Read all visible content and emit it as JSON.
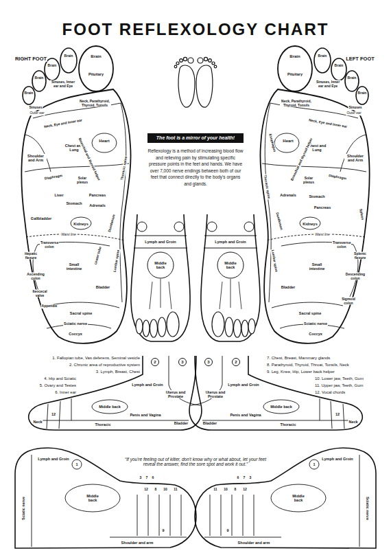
{
  "diagram": {
    "title": "FOOT REFLEXOLOGY CHART",
    "nodes": [
      {
        "text": [
          "The foot is a mirror of your health!",
          "Reflexology is a method of increasing blood flow and relieving pain by stimulating specific pressure points in the feet and hands. We have over 7,000 nerve endings between both of our feet that connect directly to the body's organs and glands."
        ]
      },
      {
        "text": [
          "2"
        ]
      },
      {
        "text": [
          "3"
        ]
      },
      {
        "text": [
          "3"
        ]
      },
      {
        "text": [
          "2"
        ]
      }
    ],
    "labels": [
      "RIGHT FOOT",
      "LEFT FOOT",
      "Brain",
      "Pituitary",
      "Brain",
      "Brain",
      "Brain",
      "Brain",
      "Sinuses, Inner ear and Eye",
      "Sinuses",
      "Outer ear",
      "Neck, Parathyroid, Thyroid, Tonsils",
      "Neck, Eye and Inner ear",
      "Heart",
      "Chest and Lung",
      "Shoulder and Arm",
      "Bronchial and thyroid helper",
      "Thoracic spine",
      "Solar plexus",
      "Diaphragm",
      "Liver",
      "Pancreas",
      "Stomach",
      "Adrenals",
      "Gallbladder",
      "Kidneys",
      "Duodenum",
      "Waist line",
      "Transverse colon",
      "Hepatic flexure",
      "Small intestine",
      "Ascending colon",
      "Ileocecal valve",
      "Appendix",
      "Ureter tube",
      "Lumbar spine",
      "Bladder",
      "Sacral spine",
      "Sciatic nerve",
      "Coccyx",
      "Brain",
      "Pituitary",
      "Brain",
      "Brain",
      "Brain",
      "Brain",
      "Sinuses, Inner ear and Eye",
      "Sinuses",
      "Outer ear",
      "Neck, Parathyroid, Thyroid, Tonsils",
      "Neck, Eye and Inner ear",
      "Heart",
      "Esophagus",
      "Chest and Lung",
      "Shoulder and Arm",
      "Bronchial and thyroid helper",
      "Thoracic spine",
      "Solar plexus",
      "Diaphragm",
      "Adrenals",
      "Stomach",
      "Pancreas",
      "Duodenum",
      "Spleen",
      "Kidneys",
      "Waist line",
      "Transverse colon",
      "Splenic flexure",
      "Lumbar spine",
      "Bladder",
      "Small intestine",
      "Descending colon",
      "Sigmoid colon",
      "Sacral spine",
      "Sciatic nerve",
      "Coccyx",
      "Lymph and Groin",
      "Middle back",
      "Lymph and Groin",
      "Middle back",
      "1. Fallopian tube, Vas deferens, Seminal vesicle",
      "2. Chronic area of reproductive system",
      "3. Lymph, Breast, Chest",
      "4. Hip and Sciatic",
      "5. Ovary and Testes",
      "6. Inner ear",
      "7. Chest, Breast, Mammary glands",
      "8. Parathyroid, Thyroid, Throat, Tonsils, Neck",
      "9. Leg, Knee, Hip, Lower back helper",
      "10. Lower jaw, Teeth, Gum",
      "11. Upper jaw, Teeth, Gum",
      "12. Vocal chords",
      "Lymph and Groin",
      "Uterus and Prostate",
      "Middle back",
      "Penis and Vagina",
      "Bladder",
      "Thoracic",
      "Neck",
      "12",
      "Lymph and Groin",
      "Uterus and Prostate",
      "Middle back",
      "Penis and Vagina",
      "Bladder",
      "Thoracic",
      "Neck",
      "12",
      "“If you're feeling out of kilter, don't know why or what about, let your feet reveal the answer, find the sore spot and work it out.”",
      "Lymph and Groin",
      "1",
      "Middle back",
      "Sciatic nerve",
      "3",
      "7",
      "6",
      "12",
      "8",
      "10",
      "11",
      "9",
      "Shoulder and arm",
      "Lymph and Groin",
      "1",
      "Middle back",
      "Sciatic nerve",
      "6",
      "7",
      "3",
      "11",
      "10",
      "8",
      "12",
      "9",
      "Shoulder and arm"
    ]
  }
}
